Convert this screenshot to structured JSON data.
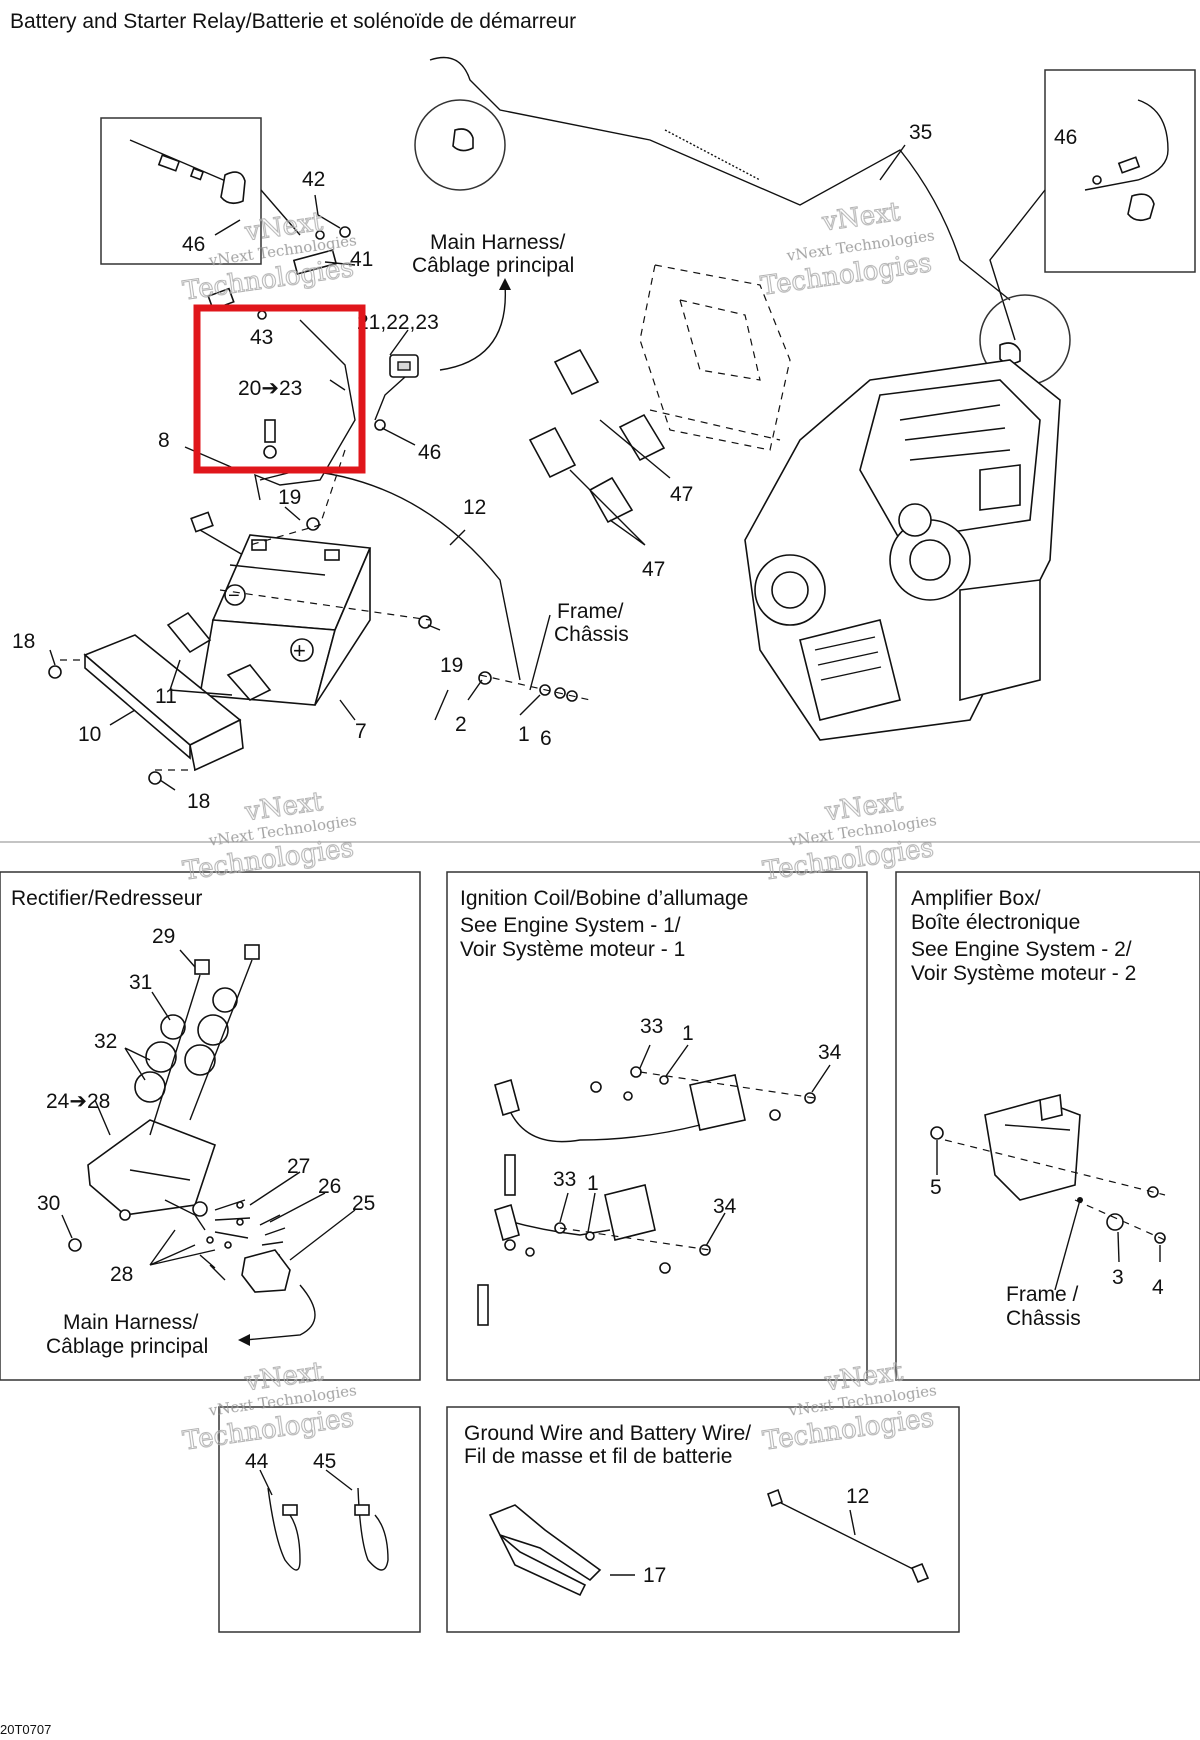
{
  "sections": {
    "battery": {
      "title": "Battery and Starter Relay/Batterie et solénoïde de démarreur",
      "main_harness": [
        "Main Harness/",
        "Câblage principal"
      ],
      "frame": [
        "Frame/",
        "Châssis"
      ],
      "callouts": {
        "c35": "35",
        "c46a": "46",
        "c46b": "46",
        "c46c": "46",
        "c42": "42",
        "c41": "41",
        "c43": "43",
        "c21": "21,22,23",
        "c20": "20➔23",
        "c8": "8",
        "c19a": "19",
        "c12": "12",
        "c47a": "47",
        "c47b": "47",
        "c18a": "18",
        "c18b": "18",
        "c11": "11",
        "c10": "10",
        "c7": "7",
        "c19b": "19",
        "c2": "2",
        "c1": "1",
        "c6": "6"
      }
    },
    "rectifier": {
      "title": "Rectifier/Redresseur",
      "main_harness": [
        "Main Harness/",
        "Câblage principal"
      ],
      "callouts": {
        "c29": "29",
        "c31": "31",
        "c32": "32",
        "c24": "24➔28",
        "c27": "27",
        "c26": "26",
        "c25": "25",
        "c30": "30",
        "c28": "28"
      }
    },
    "ignition": {
      "title": "Ignition Coil/Bobine d’allumage",
      "lines": [
        "See Engine System - 1/",
        "Voir Système moteur - 1"
      ],
      "callouts": {
        "c33a": "33",
        "c1a": "1",
        "c34a": "34",
        "c33b": "33",
        "c1b": "1",
        "c34b": "34"
      }
    },
    "amplifier": {
      "title": "Amplifier Box/",
      "title2": "Boîte électronique",
      "lines": [
        "See Engine System - 2/",
        "Voir Système moteur - 2"
      ],
      "frame": [
        "Frame /",
        "Châssis"
      ],
      "callouts": {
        "c5": "5",
        "c3": "3",
        "c4": "4"
      }
    },
    "ties": {
      "callouts": {
        "c44": "44",
        "c45": "45"
      }
    },
    "ground": {
      "title": "Ground Wire and Battery Wire/",
      "title2": "Fil de masse et fil de batterie",
      "callouts": {
        "c12": "12",
        "c17": "17"
      }
    }
  },
  "watermark": {
    "line1": "vNext",
    "line2": "vNext Technologies",
    "line3": "Technologies"
  },
  "figure_code": "20T0707",
  "highlight_color": "#e0161b"
}
